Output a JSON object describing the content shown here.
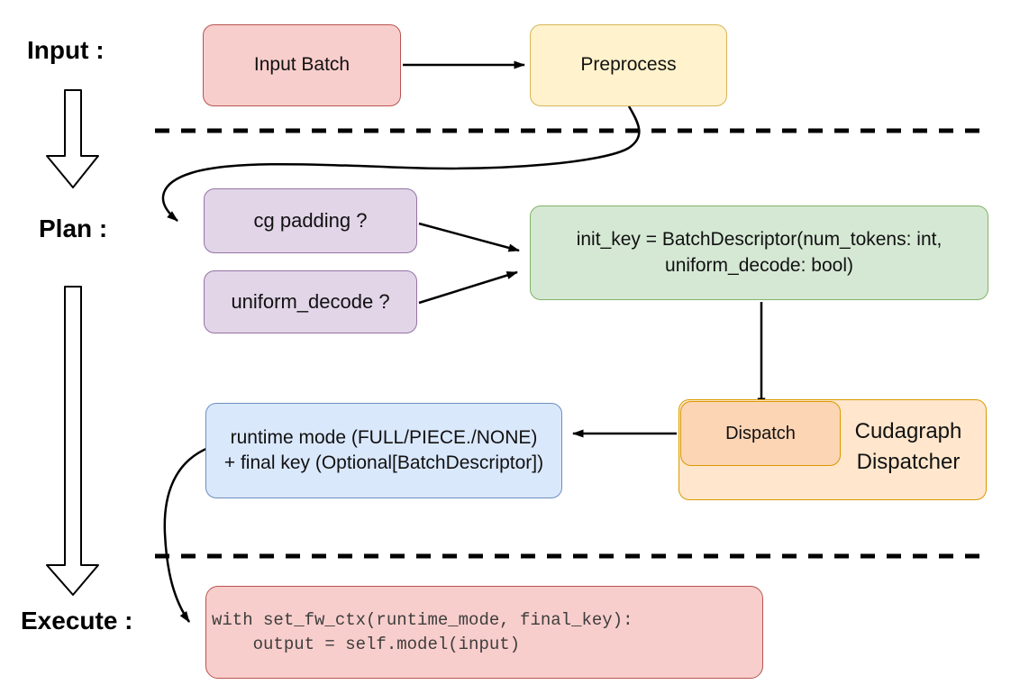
{
  "palette": {
    "red_fill": "#f8cecc",
    "red_stroke": "#b85450",
    "yellow_fill": "#fff2cc",
    "yellow_stroke": "#d6b656",
    "purple_fill": "#e1d5e7",
    "purple_stroke": "#9673a6",
    "green_fill": "#d5e8d4",
    "green_stroke": "#82b366",
    "orange_fill": "#ffe6cc",
    "orange_inner_fill": "#fcd5b4",
    "orange_stroke": "#d79b00",
    "blue_fill": "#dae8fc",
    "blue_stroke": "#6c8ebf",
    "code_text": "#3d3d3d",
    "connector": "#000000"
  },
  "stages": {
    "input_label": "Input :",
    "plan_label": "Plan :",
    "execute_label": "Execute :"
  },
  "nodes": {
    "input_batch": {
      "label": "Input Batch"
    },
    "preprocess": {
      "label": "Preprocess"
    },
    "cg_padding": {
      "label": "cg padding ?"
    },
    "uniform_decode": {
      "label": "uniform_decode ?"
    },
    "init_key": {
      "line1": "init_key = BatchDescriptor(num_tokens: int,",
      "line2": "uniform_decode: bool)"
    },
    "dispatch": {
      "label": "Dispatch"
    },
    "cudagraph_dispatcher": {
      "line1": "Cudagraph",
      "line2": "Dispatcher"
    },
    "runtime_mode": {
      "line1": "runtime mode (FULL/PIECE./NONE)",
      "line2": "+ final key (Optional[BatchDescriptor])"
    },
    "execute_code": {
      "line1": "with set_fw_ctx(runtime_mode, final_key):",
      "line2": "    output = self.model(input)"
    }
  }
}
